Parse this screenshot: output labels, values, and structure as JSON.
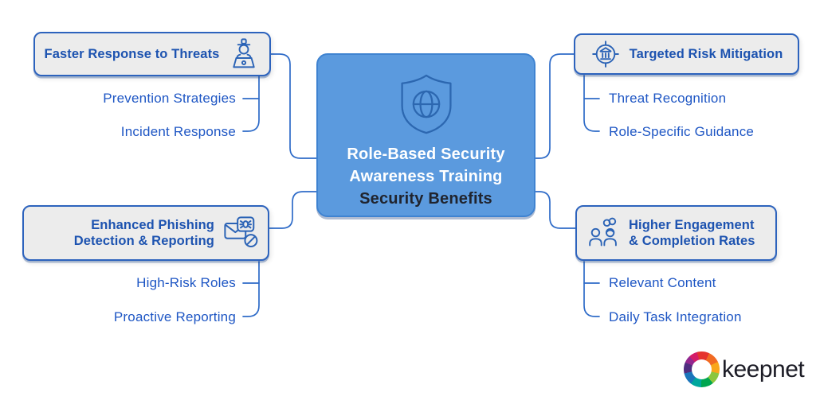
{
  "center": {
    "icon": "shield-globe-icon",
    "title": "Role-Based Security Awareness Training",
    "subtitle": "Security Benefits"
  },
  "branches": [
    {
      "title": "Faster Response to Threats",
      "icon": "agent-laptop-icon",
      "children": [
        "Prevention Strategies",
        "Incident Response"
      ]
    },
    {
      "title": "Enhanced Phishing Detection & Reporting",
      "icon": "phishing-email-blocked-icon",
      "children": [
        "High-Risk Roles",
        "Proactive Reporting"
      ]
    },
    {
      "title": "Targeted Risk Mitigation",
      "icon": "target-institution-icon",
      "children": [
        "Threat Recognition",
        "Role-Specific Guidance"
      ]
    },
    {
      "title": "Higher Engagement & Completion Rates",
      "icon": "team-link-icon",
      "children": [
        "Relevant Content",
        "Daily Task Integration"
      ]
    }
  ],
  "logo": {
    "text": "keepnet",
    "segment_colors": [
      "#e5332d",
      "#f16a22",
      "#f9a61a",
      "#8cc63e",
      "#00a650",
      "#00a79d",
      "#1b75bb",
      "#4f2d7f",
      "#92278f",
      "#d41c67"
    ]
  },
  "colors": {
    "heading_blue": "#1d53b0",
    "leaf_blue": "#1e56c4",
    "connector_blue": "#2e6bc8",
    "box_fill": "#ececec",
    "box_border": "#2d63bd",
    "center_fill": "#5b9ade",
    "center_border": "#3f83d1",
    "center_subtitle_dark": "#20242e",
    "logo_text_dark": "#1c1c26"
  }
}
